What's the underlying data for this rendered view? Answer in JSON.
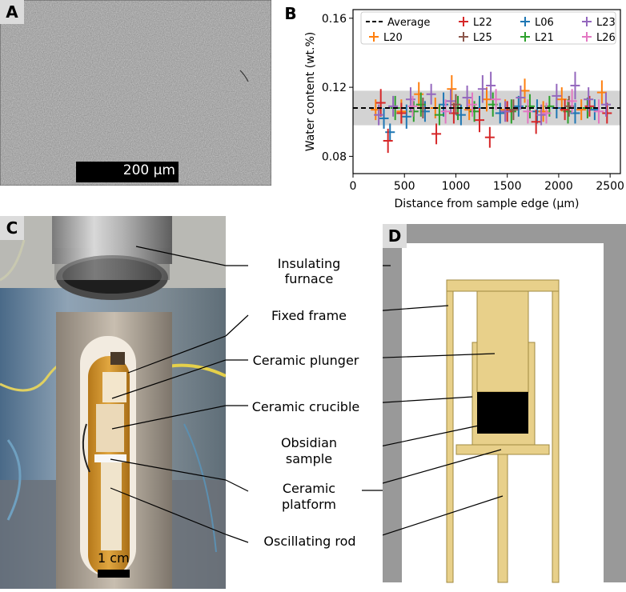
{
  "panels": {
    "a": {
      "label": "A",
      "scale_bar": "200 µm"
    },
    "b": {
      "label": "B"
    },
    "c": {
      "label": "C",
      "scale_bar": "1 cm"
    },
    "d": {
      "label": "D"
    }
  },
  "annotations": [
    {
      "line1": "Insulating",
      "line2": "furnace"
    },
    {
      "line1": "Fixed frame",
      "line2": ""
    },
    {
      "line1": "Ceramic plunger",
      "line2": ""
    },
    {
      "line1": "Ceramic crucible",
      "line2": ""
    },
    {
      "line1": "Obsidian",
      "line2": "sample"
    },
    {
      "line1": "Ceramic",
      "line2": "platform"
    },
    {
      "line1": "Oscillating rod",
      "line2": ""
    }
  ],
  "colors": {
    "furnace_gray": "#999999",
    "ceramic": "#e8d08a",
    "ceramic_edge": "#a08a40",
    "sample": "#000000",
    "band": "#d3d3d3"
  },
  "chart_data": {
    "type": "scatter",
    "xlabel": "Distance from sample edge (μm)",
    "ylabel": "Water content (wt.%)",
    "xlim": [
      0,
      2600
    ],
    "ylim": [
      0.07,
      0.165
    ],
    "xticks": [
      0,
      500,
      1000,
      1500,
      2000,
      2500
    ],
    "yticks": [
      0.08,
      0.12,
      0.16
    ],
    "ytick_labels": [
      "0.08",
      "0.12",
      "0.16"
    ],
    "grid": false,
    "legend_position": "top",
    "average": {
      "name": "Average",
      "value": 0.108,
      "band": [
        0.098,
        0.118
      ]
    },
    "series": [
      {
        "name": "L06",
        "color": "#1f77b4",
        "points": [
          [
            300,
            0.102,
            0.006
          ],
          [
            360,
            0.094,
            0.005
          ],
          [
            520,
            0.103,
            0.007
          ],
          [
            700,
            0.106,
            0.006
          ],
          [
            880,
            0.11,
            0.007
          ],
          [
            1050,
            0.104,
            0.006
          ],
          [
            1230,
            0.108,
            0.007
          ],
          [
            1430,
            0.105,
            0.006
          ],
          [
            1610,
            0.109,
            0.006
          ],
          [
            1790,
            0.106,
            0.007
          ],
          [
            1980,
            0.108,
            0.006
          ],
          [
            2160,
            0.105,
            0.006
          ],
          [
            2350,
            0.107,
            0.006
          ]
        ]
      },
      {
        "name": "L20",
        "color": "#ff7f0e",
        "points": [
          [
            220,
            0.107,
            0.006
          ],
          [
            470,
            0.106,
            0.007
          ],
          [
            640,
            0.116,
            0.007
          ],
          [
            800,
            0.108,
            0.006
          ],
          [
            960,
            0.119,
            0.008
          ],
          [
            1130,
            0.107,
            0.006
          ],
          [
            1300,
            0.113,
            0.007
          ],
          [
            1480,
            0.107,
            0.006
          ],
          [
            1670,
            0.118,
            0.007
          ],
          [
            1850,
            0.106,
            0.006
          ],
          [
            2030,
            0.113,
            0.007
          ],
          [
            2220,
            0.107,
            0.006
          ],
          [
            2420,
            0.117,
            0.007
          ]
        ]
      },
      {
        "name": "L21",
        "color": "#2ca02c",
        "points": [
          [
            410,
            0.108,
            0.007
          ],
          [
            590,
            0.106,
            0.006
          ],
          [
            660,
            0.11,
            0.007
          ],
          [
            840,
            0.104,
            0.006
          ],
          [
            1020,
            0.108,
            0.007
          ],
          [
            1180,
            0.106,
            0.006
          ],
          [
            1360,
            0.11,
            0.007
          ],
          [
            1540,
            0.106,
            0.007
          ],
          [
            1720,
            0.109,
            0.007
          ],
          [
            1910,
            0.109,
            0.006
          ],
          [
            2090,
            0.106,
            0.007
          ],
          [
            2280,
            0.108,
            0.006
          ]
        ]
      },
      {
        "name": "L22",
        "color": "#d62728",
        "points": [
          [
            270,
            0.111,
            0.008
          ],
          [
            340,
            0.089,
            0.007
          ],
          [
            470,
            0.105,
            0.006
          ],
          [
            810,
            0.093,
            0.006
          ],
          [
            980,
            0.105,
            0.006
          ],
          [
            1230,
            0.101,
            0.007
          ],
          [
            1330,
            0.091,
            0.006
          ],
          [
            1500,
            0.106,
            0.006
          ],
          [
            1780,
            0.1,
            0.007
          ],
          [
            2060,
            0.107,
            0.006
          ],
          [
            2300,
            0.109,
            0.006
          ],
          [
            2470,
            0.105,
            0.006
          ]
        ]
      },
      {
        "name": "L23",
        "color": "#9467bd",
        "points": [
          [
            250,
            0.104,
            0.006
          ],
          [
            390,
            0.109,
            0.006
          ],
          [
            560,
            0.113,
            0.007
          ],
          [
            760,
            0.116,
            0.006
          ],
          [
            950,
            0.112,
            0.007
          ],
          [
            1110,
            0.114,
            0.007
          ],
          [
            1260,
            0.119,
            0.008
          ],
          [
            1340,
            0.121,
            0.008
          ],
          [
            1480,
            0.106,
            0.006
          ],
          [
            1630,
            0.114,
            0.007
          ],
          [
            1830,
            0.104,
            0.006
          ],
          [
            1980,
            0.115,
            0.007
          ],
          [
            2160,
            0.121,
            0.008
          ],
          [
            2290,
            0.113,
            0.007
          ],
          [
            2460,
            0.11,
            0.007
          ]
        ]
      },
      {
        "name": "L25",
        "color": "#8c564b",
        "points": [
          [
            680,
            0.108,
            0.006
          ],
          [
            1000,
            0.11,
            0.006
          ],
          [
            1560,
            0.107,
            0.006
          ],
          [
            2100,
            0.109,
            0.006
          ]
        ]
      },
      {
        "name": "L26",
        "color": "#e377c2",
        "points": [
          [
            580,
            0.109,
            0.006
          ],
          [
            900,
            0.106,
            0.007
          ],
          [
            1160,
            0.11,
            0.007
          ],
          [
            1390,
            0.113,
            0.006
          ],
          [
            1700,
            0.106,
            0.007
          ],
          [
            1880,
            0.105,
            0.006
          ],
          [
            2130,
            0.112,
            0.007
          ],
          [
            2390,
            0.106,
            0.007
          ]
        ]
      }
    ]
  }
}
